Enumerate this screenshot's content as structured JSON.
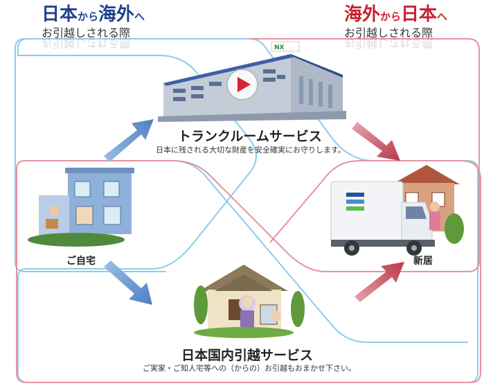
{
  "left_heading": {
    "part1": "日本",
    "part2": "から",
    "part3": "海外",
    "part4": "へ",
    "line2": "お引越しされる際"
  },
  "right_heading": {
    "part1": "海外",
    "part2": "から",
    "part3": "日本",
    "part4": "へ",
    "line2": "お引越しされる際"
  },
  "trunk_room": {
    "title": "トランクルームサービス",
    "description": "日本に残される大切な財産を安全確実にお守りします。"
  },
  "domestic": {
    "title": "日本国内引越サービス",
    "description": "ご実家・ご知人宅等への（からの）お引越もおまかせ下さい。"
  },
  "home_label": "ご自宅",
  "new_home_label": "新居",
  "truck_logo": "NX",
  "colors": {
    "left_accent": "#1f3f8f",
    "right_accent": "#c8202c",
    "blue_loop": "#7fc4ea",
    "red_loop": "#e08a96"
  }
}
